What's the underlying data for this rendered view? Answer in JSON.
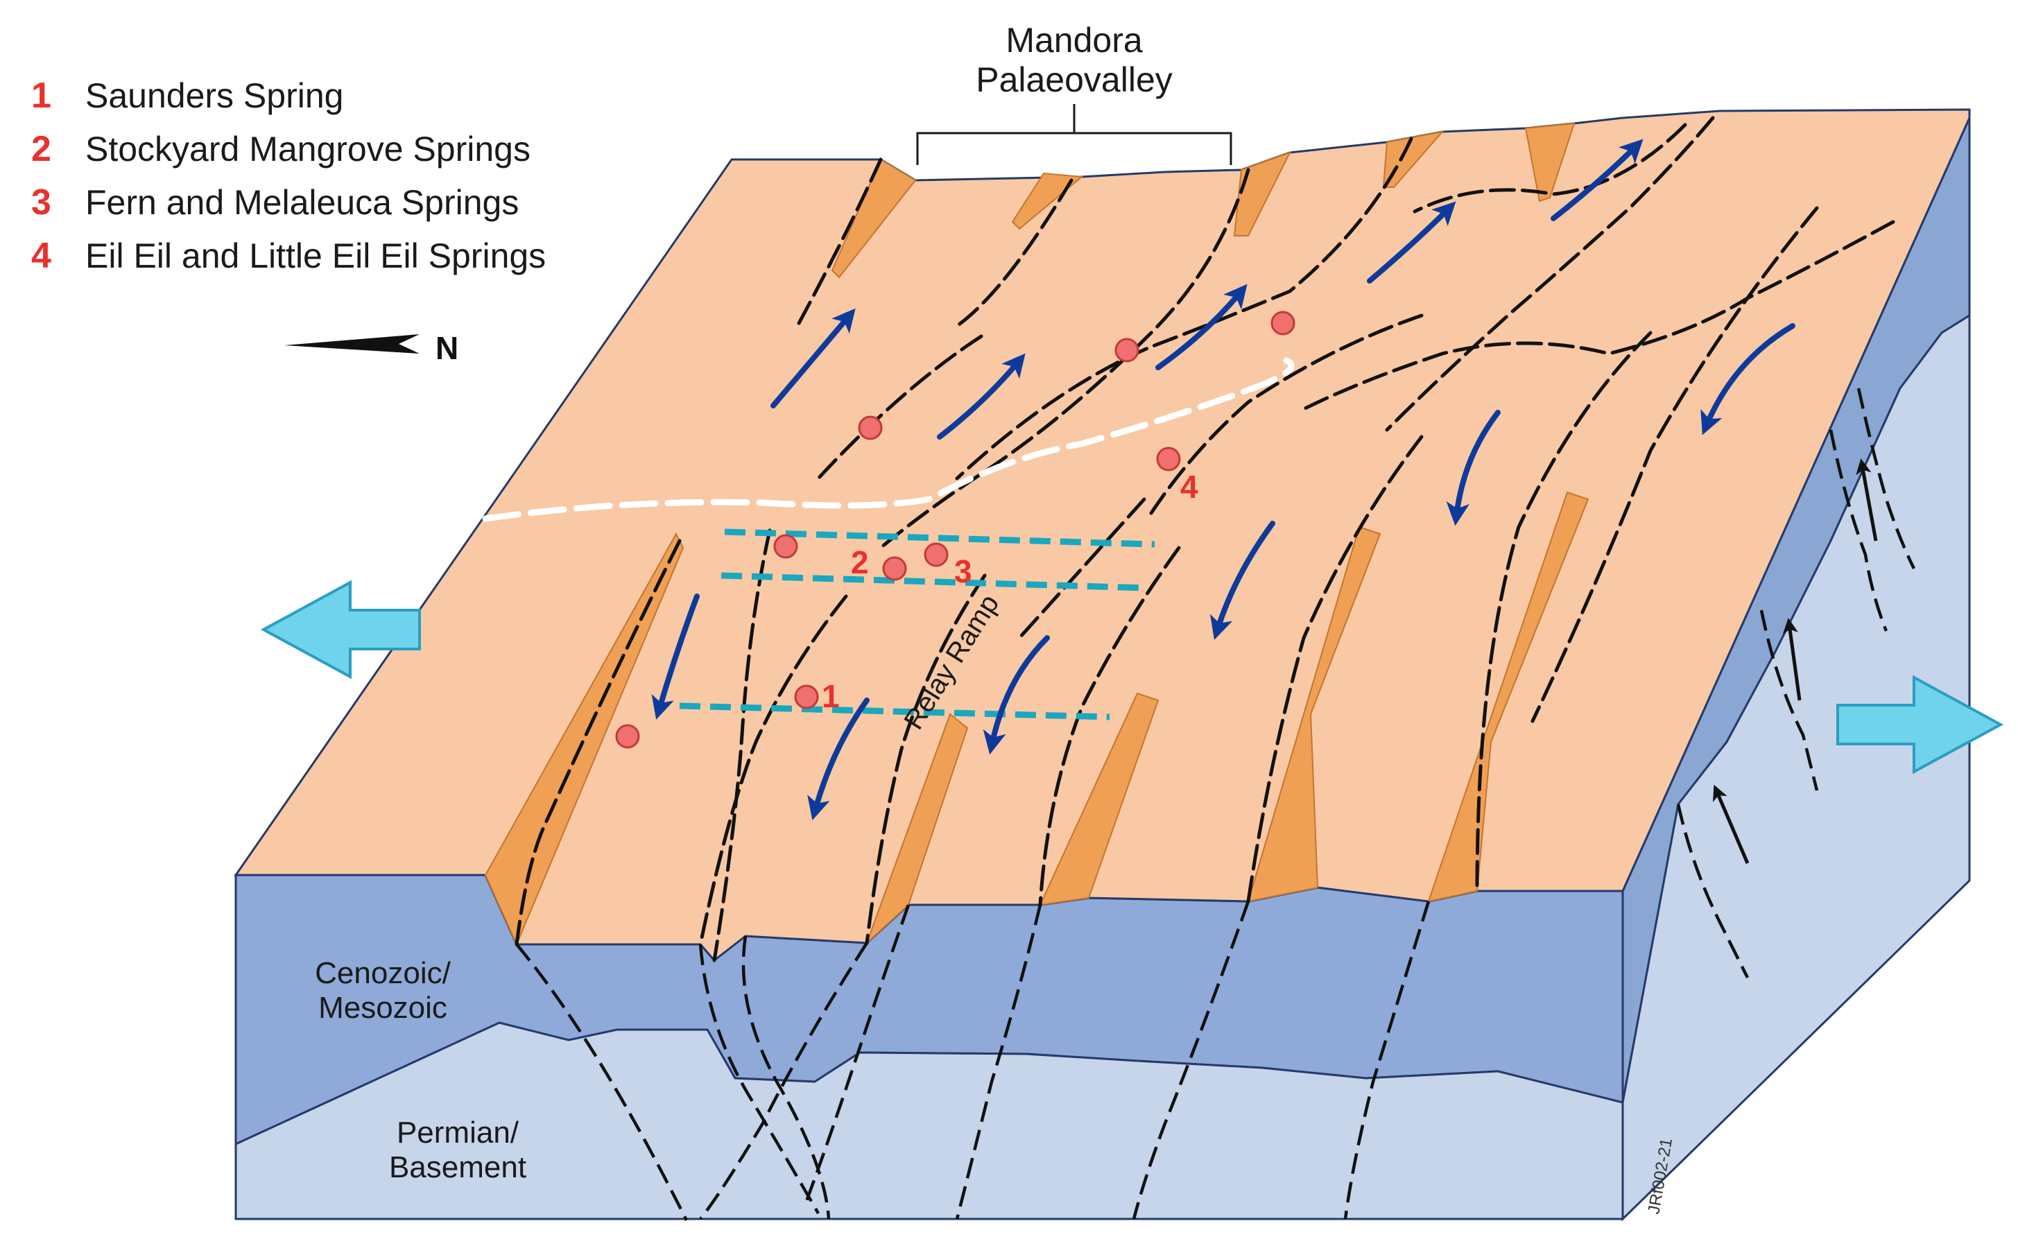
{
  "title": {
    "line1": "Mandora",
    "line2": "Palaeovalley"
  },
  "legend": [
    {
      "num": "1",
      "label": "Saunders Spring"
    },
    {
      "num": "2",
      "label": "Stockyard Mangrove Springs"
    },
    {
      "num": "3",
      "label": "Fern and Melaleuca Springs"
    },
    {
      "num": "4",
      "label": "Eil Eil and Little Eil Eil Springs"
    }
  ],
  "north_label": "N",
  "layers": {
    "upper_line1": "Cenozoic/",
    "upper_line2": "Mesozoic",
    "lower_line1": "Permian/",
    "lower_line2": "Basement"
  },
  "relay_ramp_label": "Relay Ramp",
  "spring_labels": [
    "1",
    "2",
    "3",
    "4"
  ],
  "figure_code": "JRf002-21",
  "colors": {
    "surface": "#f8c9a4",
    "scarp": "#f0a055",
    "upper_layer": "#8faad8",
    "lower_layer": "#c7d5ea",
    "flow_arrow": "#0e3a9c",
    "spring_marker": "#f07070",
    "spring_text": "#e8312f",
    "extension_arrow": "#6fd3ec",
    "section_line": "#1aa7c0",
    "palaeovalley_axis": "#ffffff"
  },
  "icons": {
    "flow": "flow-direction-arrow",
    "extension": "extension-arrow",
    "spring": "spring-marker",
    "north": "north-arrow-icon"
  }
}
